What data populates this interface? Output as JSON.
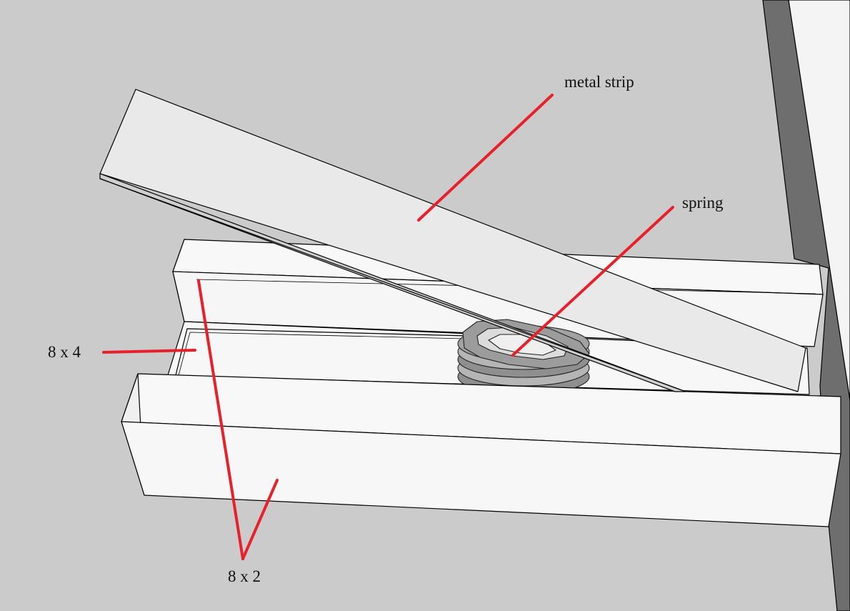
{
  "labels": {
    "metal_strip": "metal strip",
    "spring": "spring",
    "block_8x4": "8 x 4",
    "block_8x2": "8 x 2"
  },
  "colors": {
    "background": "#cbcbcb",
    "annotation": "#e8202a",
    "wall_dark": "#6e6e6e",
    "wall_light": "#f4f4f4",
    "block_face": "#f7f7f7",
    "strip_face": "#e9e9e9",
    "spring": "#9a9a9a"
  }
}
